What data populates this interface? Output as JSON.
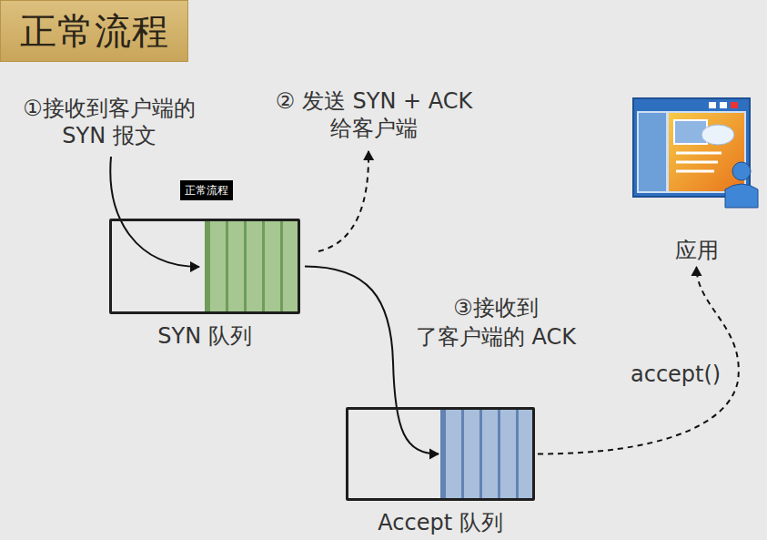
{
  "diagram": {
    "title": "正常流程",
    "nodes": [
      {
        "text": [
          "SYN 队列"
        ]
      },
      {
        "text": [
          "Accept 队列"
        ]
      },
      {
        "text": [
          "应用"
        ]
      }
    ],
    "edges": [
      {
        "from": 0,
        "to": 1,
        "label": "③接收到 了客户端的 ACK",
        "arrow": "to"
      },
      {
        "from": 1,
        "to": 2,
        "label": "accept()",
        "arrow": "to"
      }
    ],
    "labels": [
      "①接收到客户端的 SYN 报文",
      "② 发送 SYN + ACK 给客户端",
      "正常流程"
    ]
  }
}
